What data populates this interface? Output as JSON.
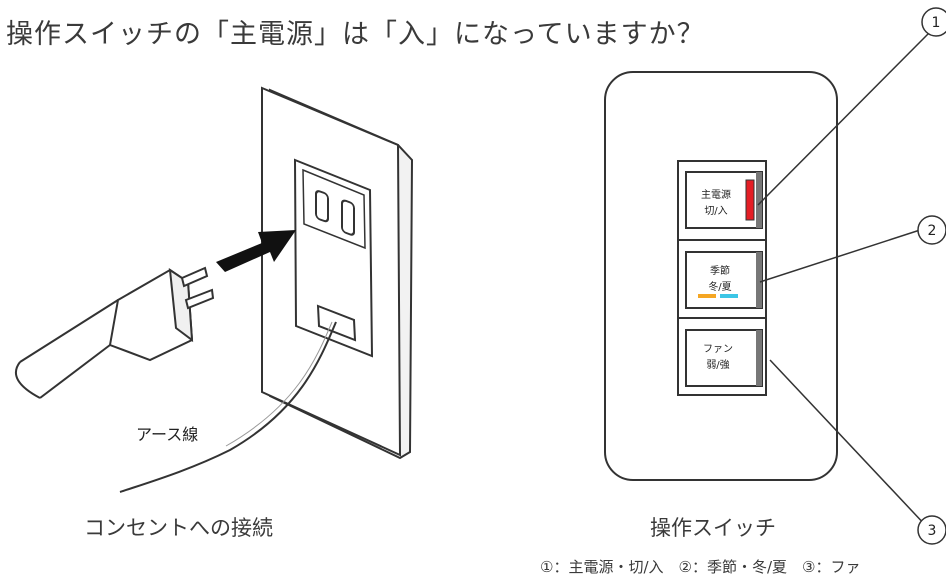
{
  "question": "操作スイッチの「主電源」は「入」になっていますか？",
  "outlet": {
    "caption": "コンセントへの接続",
    "ground_wire_label": "アース線"
  },
  "switch_panel": {
    "caption": "操作スイッチ",
    "switches": [
      {
        "line1": "主電源",
        "line2": "切/入",
        "indicator_color": "#e41e25"
      },
      {
        "line1": "季節",
        "line2": "冬/夏",
        "indicator_colors": [
          "#f5a623",
          "#3cc6e6"
        ]
      },
      {
        "line1": "ファン",
        "line2": "弱/強"
      }
    ],
    "callouts": [
      "1",
      "2",
      "3"
    ]
  },
  "legend": "①：主電源・切/入　②：季節・冬/夏　③：ファ"
}
